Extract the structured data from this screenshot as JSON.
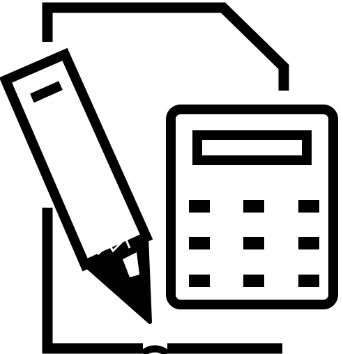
{
  "icon": {
    "name": "document-pencil-calculator-icon",
    "parts": [
      "document-page-outline",
      "pencil",
      "calculator"
    ]
  },
  "colors": {
    "stroke": "#000000",
    "background": "#ffffff"
  },
  "calculator": {
    "button_rows": 3,
    "button_columns": 3
  }
}
